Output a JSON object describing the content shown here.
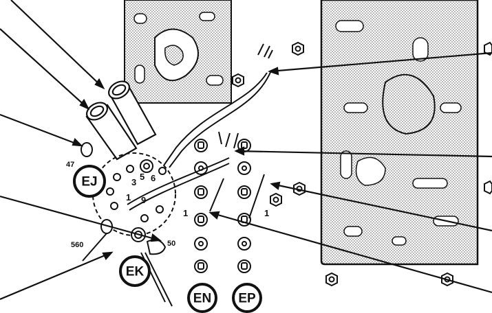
{
  "labels": {
    "ej": "EJ",
    "ek": "EK",
    "en": "EN",
    "ep": "EP"
  },
  "values": {
    "r470": "47",
    "r560": "560",
    "r50": "50"
  },
  "pins": {
    "p3": "3",
    "p5": "5",
    "p6": "6",
    "p1_socket": "1",
    "p9": "9",
    "p1_en": "1",
    "p1_ep": "1"
  },
  "colors": {
    "ink": "#111111",
    "stipple": "#9a9a9a",
    "paper": "#ffffff"
  }
}
